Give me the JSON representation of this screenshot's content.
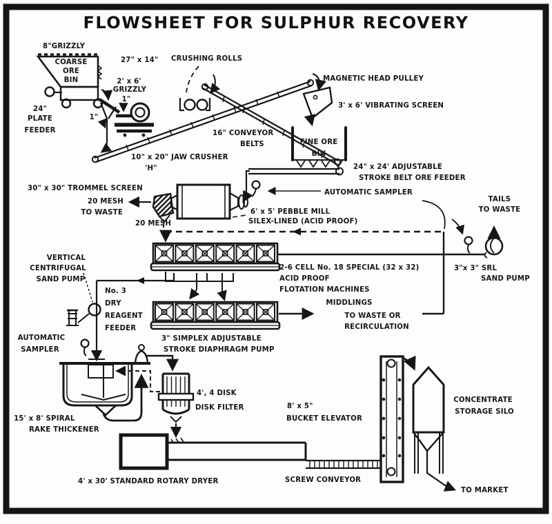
{
  "title": "FLOWSHEET FOR SULPHUR RECOVERY",
  "paper_color": "#fdfdfb",
  "ink_color": "#161616",
  "labels": {
    "grizzly8": "8\"GRIZZLY",
    "coarse_bin_1": "COARSE",
    "coarse_bin_2": "ORE",
    "coarse_bin_3": "BIN",
    "rolls_size": "27\" x 14\"",
    "rolls_name": "CRUSHING ROLLS",
    "grizzly26_size": "2' x 6'",
    "grizzly26_name": "GRIZZLY",
    "grizzly26_cut": "1\"",
    "magnetic": "MAGNETIC HEAD PULLEY",
    "vibscreen": "3' x 6' VIBRATING SCREEN",
    "plate_1": "24\"",
    "plate_2": "PLATE",
    "plate_3": "FEEDER",
    "cut1": "1\"",
    "conveyor_1": "16\" CONVEYOR",
    "conveyor_2": "BELTS",
    "finebin_1": "FINE ORE",
    "finebin_2": "BIN",
    "jaw": "10\" x 20\" JAW CRUSHER",
    "jaw_model": "'H\"",
    "beltfeeder_1": "24\" x 24' ADJUSTABLE",
    "beltfeeder_2": "STROKE BELT ORE FEEDER",
    "trommel": "30\" x 30\" TROMMEL SCREEN",
    "sampler_right": "AUTOMATIC SAMPLER",
    "tails_1": "TAILS",
    "tails_2": "TO WASTE",
    "mesh20_1": "20 MESH",
    "mesh20_2": "TO WASTE",
    "pebble_1": "6' x 5' PEBBLE MILL",
    "pebble_2": "SILEX-LINED (ACID PROOF)",
    "mesh20b": "20 MESH",
    "vcpump_1": "VERTICAL",
    "vcpump_2": "CENTRIFUGAL",
    "vcpump_3": "SAND PUMP",
    "flotcells": "2-6 CELL No. 18 SPECIAL (32 x 32)",
    "srl_1": "3\"x 3\" SRL",
    "srl_2": "SAND PUMP",
    "acid_1": "ACID PROOF",
    "acid_2": "FLOTATION MACHINES",
    "reagent_1": "No. 3",
    "reagent_2": "DRY",
    "reagent_3": "REAGENT",
    "reagent_4": "FEEDER",
    "middlings_1": "MIDDLINGS",
    "middlings_2": "TO WASTE OR",
    "middlings_3": "RECIRCULATION",
    "sampler_left_1": "AUTOMATIC",
    "sampler_left_2": "SAMPLER",
    "simplex_1": "3\" SIMPLEX ADJUSTABLE",
    "simplex_2": "STROKE DIAPHRAGM PUMP",
    "filter_1": "4', 4 DISK",
    "filter_2": "DISK FILTER",
    "bucket_1": "8' x 5\"",
    "bucket_2": "BUCKET ELEVATOR",
    "silo_1": "CONCENTRATE",
    "silo_2": "STORAGE SILO",
    "thickener_1": "15' x 8' SPIRAL",
    "thickener_2": "RAKE THICKENER",
    "dryer": "4' x 30' STANDARD ROTARY DRYER",
    "screw": "SCREW CONVEYOR",
    "market": "TO MARKET"
  }
}
